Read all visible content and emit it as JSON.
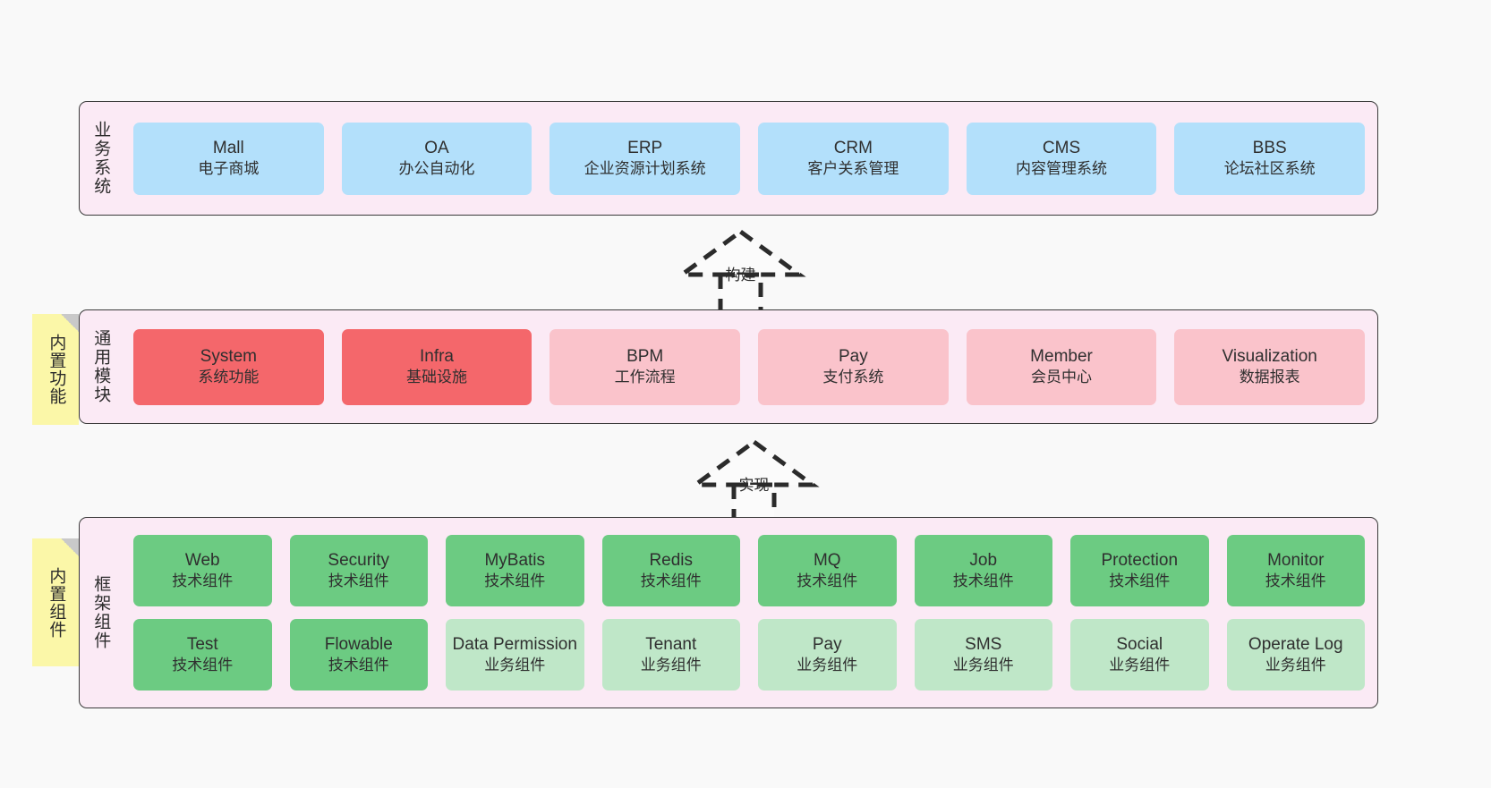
{
  "diagram": {
    "background": "#f9f9f9",
    "accent_colors": {
      "panel_fill": "#fbeaf5",
      "panel_border": "#3a3a3a",
      "business_card": "#b3e0fb",
      "core_module_strong": "#f4676b",
      "core_module_soft": "#fac3cb",
      "tech_component": "#6ccb82",
      "biz_component": "#bfe7c8",
      "sticky_note": "#fbf7a8",
      "sticky_fold": "#c9c9c9"
    }
  },
  "layers": {
    "business": {
      "title": "业务系统",
      "cards": [
        {
          "title": "Mall",
          "sub": "电子商城"
        },
        {
          "title": "OA",
          "sub": "办公自动化"
        },
        {
          "title": "ERP",
          "sub": "企业资源计划系统"
        },
        {
          "title": "CRM",
          "sub": "客户关系管理"
        },
        {
          "title": "CMS",
          "sub": "内容管理系统"
        },
        {
          "title": "BBS",
          "sub": "论坛社区系统"
        }
      ]
    },
    "common": {
      "title": "通用模块",
      "sticky": "内置功能",
      "cards": [
        {
          "title": "System",
          "sub": "系统功能",
          "tone": "red"
        },
        {
          "title": "Infra",
          "sub": "基础设施",
          "tone": "red"
        },
        {
          "title": "BPM",
          "sub": "工作流程",
          "tone": "pink"
        },
        {
          "title": "Pay",
          "sub": "支付系统",
          "tone": "pink"
        },
        {
          "title": "Member",
          "sub": "会员中心",
          "tone": "pink"
        },
        {
          "title": "Visualization",
          "sub": "数据报表",
          "tone": "pink"
        }
      ]
    },
    "framework": {
      "title": "框架组件",
      "sticky": "内置组件",
      "row1": [
        {
          "title": "Web",
          "sub": "技术组件"
        },
        {
          "title": "Security",
          "sub": "技术组件"
        },
        {
          "title": "MyBatis",
          "sub": "技术组件"
        },
        {
          "title": "Redis",
          "sub": "技术组件"
        },
        {
          "title": "MQ",
          "sub": "技术组件"
        },
        {
          "title": "Job",
          "sub": "技术组件"
        },
        {
          "title": "Protection",
          "sub": "技术组件"
        },
        {
          "title": "Monitor",
          "sub": "技术组件"
        }
      ],
      "row2": [
        {
          "title": "Test",
          "sub": "技术组件",
          "tone": "green"
        },
        {
          "title": "Flowable",
          "sub": "技术组件",
          "tone": "green"
        },
        {
          "title": "Data Permission",
          "sub": "业务组件",
          "tone": "lightgreen"
        },
        {
          "title": "Tenant",
          "sub": "业务组件",
          "tone": "lightgreen"
        },
        {
          "title": "Pay",
          "sub": "业务组件",
          "tone": "lightgreen"
        },
        {
          "title": "SMS",
          "sub": "业务组件",
          "tone": "lightgreen"
        },
        {
          "title": "Social",
          "sub": "业务组件",
          "tone": "lightgreen"
        },
        {
          "title": "Operate Log",
          "sub": "业务组件",
          "tone": "lightgreen"
        }
      ]
    }
  },
  "connectors": [
    {
      "label": "构建",
      "from": "通用模块",
      "to": "业务系统"
    },
    {
      "label": "实现",
      "from": "框架组件",
      "to": "通用模块"
    }
  ]
}
